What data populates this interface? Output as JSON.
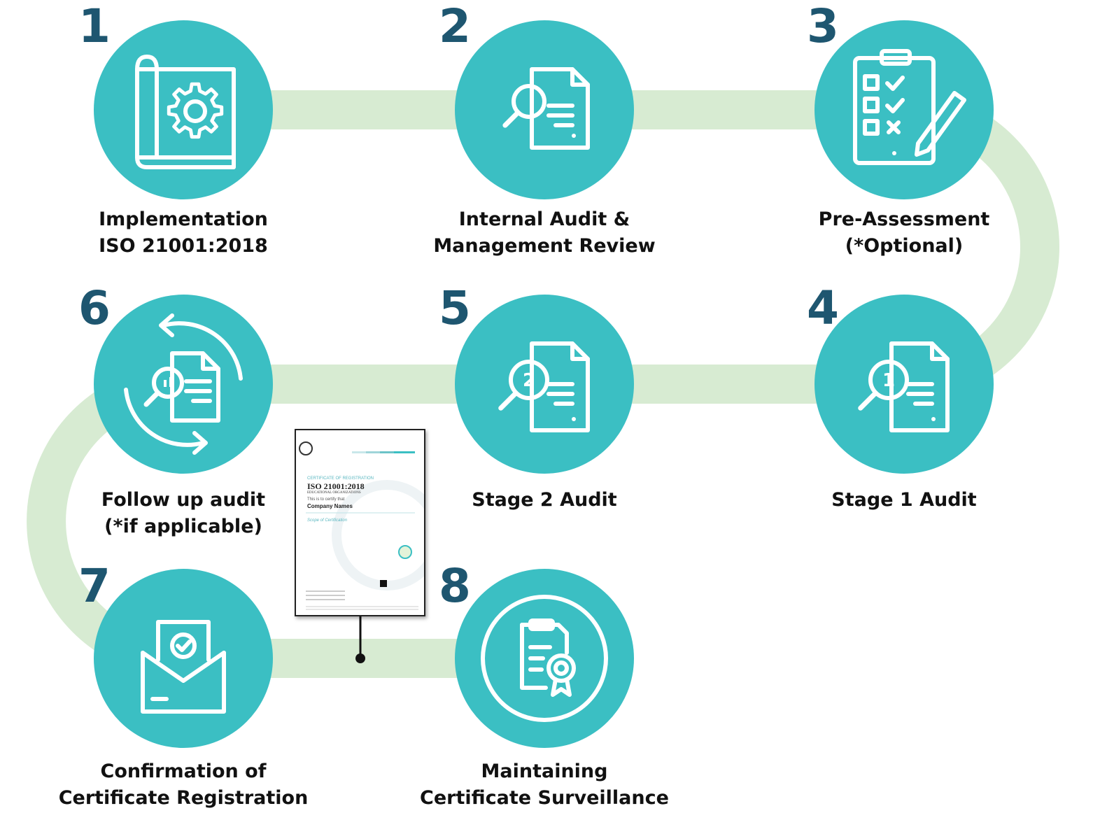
{
  "steps": [
    {
      "number": "1",
      "label_lines": [
        "Implementation",
        "ISO 21001:2018"
      ],
      "icon": "blueprint-gear-icon"
    },
    {
      "number": "2",
      "label_lines": [
        "Internal Audit &",
        "Management Review"
      ],
      "icon": "document-magnifier-icon"
    },
    {
      "number": "3",
      "label_lines": [
        "Pre-Assessment",
        "(*Optional)"
      ],
      "icon": "clipboard-checklist-icon"
    },
    {
      "number": "4",
      "label_lines": [
        "Stage 1 Audit"
      ],
      "icon": "document-magnifier-1-icon"
    },
    {
      "number": "5",
      "label_lines": [
        "Stage 2 Audit"
      ],
      "icon": "document-magnifier-2-icon"
    },
    {
      "number": "6",
      "label_lines": [
        "Follow up audit",
        "(*if applicable)"
      ],
      "icon": "cycle-document-icon"
    },
    {
      "number": "7",
      "label_lines": [
        "Confirmation of",
        "Certificate Registration"
      ],
      "icon": "envelope-certificate-icon"
    },
    {
      "number": "8",
      "label_lines": [
        "Maintaining",
        "Certificate Surveillance"
      ],
      "icon": "certificate-badge-icon"
    }
  ],
  "certificate": {
    "heading": "CERTIFICATE OF REGISTRATION",
    "standard": "ISO 21001:2018",
    "subheading": "EDUCATIONAL ORGANIZATIONS",
    "certify": "This is to certify that",
    "company": "Company Names",
    "scope": "Scope of Certification"
  },
  "colors": {
    "circle": "#3bbfc3",
    "path": "#d7ebd2",
    "number": "#1e5670",
    "label": "#111111"
  }
}
